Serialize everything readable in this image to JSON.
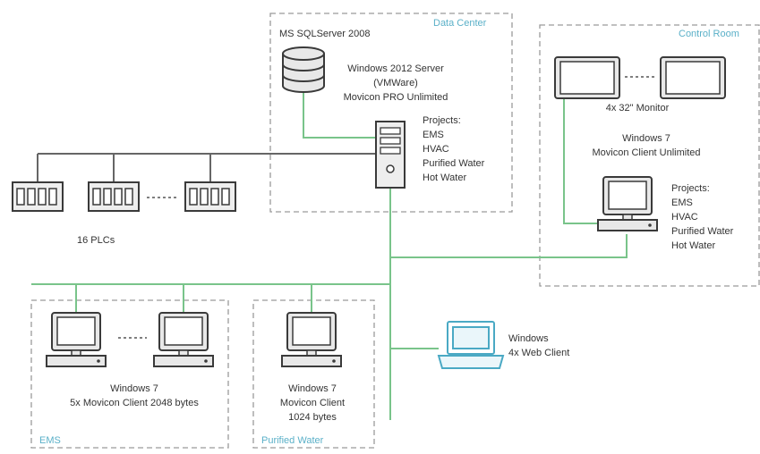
{
  "zones": {
    "data_center": "Data Center",
    "control_room": "Control Room",
    "ems": "EMS",
    "purified_water": "Purified Water"
  },
  "server": {
    "db_label": "MS SQLServer 2008",
    "os": "Windows 2012 Server",
    "vm": "(VMWare)",
    "product": "Movicon PRO Unlimited",
    "projects_title": "Projects:",
    "projects": [
      "EMS",
      "HVAC",
      "Purified Water",
      "Hot Water"
    ]
  },
  "plcs": {
    "label": "16 PLCs"
  },
  "control_room": {
    "monitor_label": "4x 32\" Monitor",
    "os": "Windows 7",
    "product": "Movicon Client Unlimited",
    "projects_title": "Projects:",
    "projects": [
      "EMS",
      "HVAC",
      "Purified Water",
      "Hot Water"
    ]
  },
  "ems": {
    "os": "Windows 7",
    "desc": "5x Movicon Client 2048 bytes"
  },
  "purified_water": {
    "os": "Windows 7",
    "product": "Movicon Client",
    "bytes": "1024 bytes"
  },
  "web_client": {
    "os": "Windows",
    "desc": "4x Web Client"
  },
  "colors": {
    "network": "#79c48a",
    "device_stroke": "#3a3a3a",
    "zone_border": "#9a9a9a",
    "zone_label": "#5ab0c8",
    "laptop": "#4aa9c4"
  }
}
